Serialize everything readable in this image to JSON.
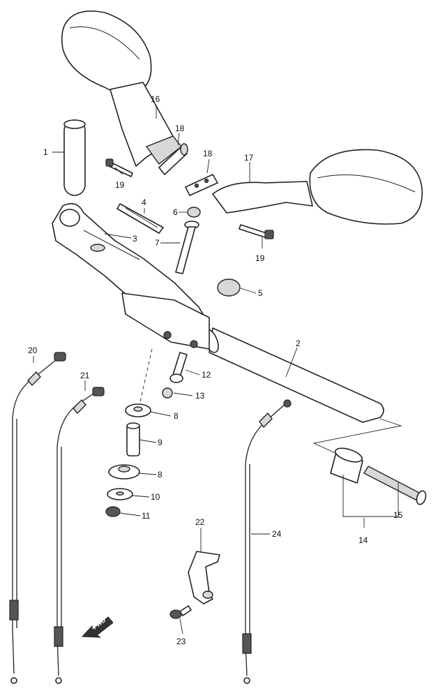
{
  "callouts": [
    "1",
    "2",
    "3",
    "4",
    "5",
    "6",
    "7",
    "8",
    "8",
    "9",
    "10",
    "11",
    "12",
    "13",
    "14",
    "15",
    "16",
    "17",
    "18",
    "18",
    "19",
    "19",
    "20",
    "21",
    "22",
    "23",
    "24"
  ],
  "fwd_label": "FWD"
}
